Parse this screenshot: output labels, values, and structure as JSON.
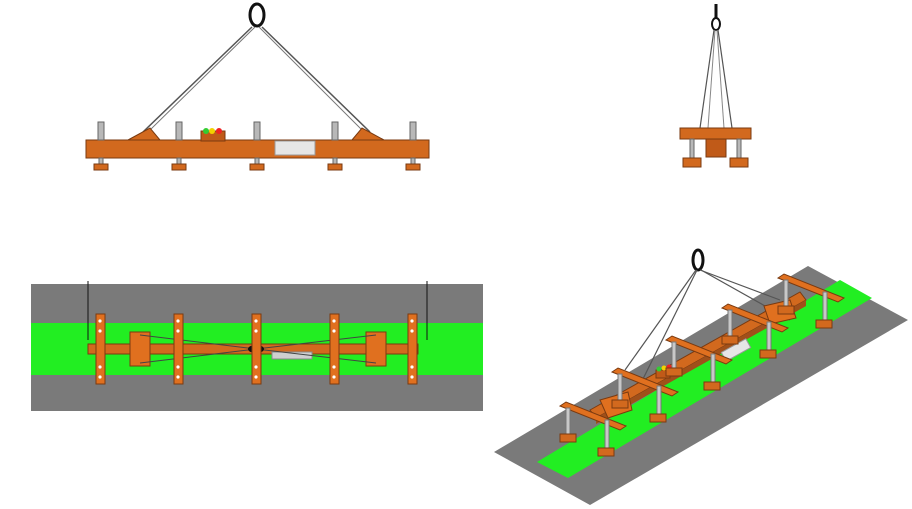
{
  "views": [
    {
      "name": "front-view"
    },
    {
      "name": "side-view"
    },
    {
      "name": "top-view"
    },
    {
      "name": "isometric-view"
    }
  ],
  "colors": {
    "beam": "#d2691e",
    "beam_dark": "#a0501a",
    "rope": "#555555",
    "steel": "#b8b8b8",
    "road": "#7a7a7a",
    "lane": "#22ee22",
    "panel": "#e6e6e6",
    "lamp_green": "#33cc33",
    "lamp_yellow": "#f2d200",
    "lamp_red": "#ee2222"
  },
  "magnet_count": 5
}
